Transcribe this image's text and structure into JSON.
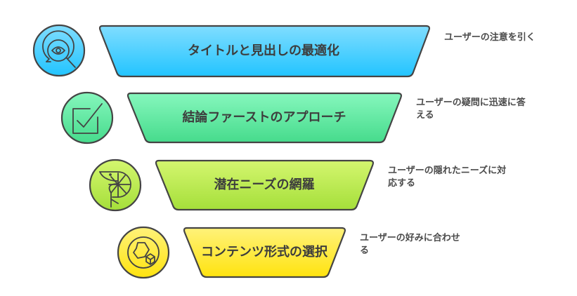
{
  "stages": [
    {
      "title": "タイトルと見出しの最適化",
      "description": "ユーザーの注意を引く",
      "icon": "eye-search-icon",
      "color_top": "#80ddff",
      "color_bottom": "#22c4ff"
    },
    {
      "title": "結論ファーストのアプローチ",
      "description": "ユーザーの疑問に迅速に答える",
      "icon": "checkbox-icon",
      "color_top": "#86f7bd",
      "color_bottom": "#46db8c"
    },
    {
      "title": "潜在ニーズの網羅",
      "description": "ユーザーの隠れたニーズに対応する",
      "icon": "shrimp-icon",
      "color_top": "#d4f66f",
      "color_bottom": "#a5df3a"
    },
    {
      "title": "コンテンツ形式の選択",
      "description": "ユーザーの好みに合わせる",
      "icon": "blocks-icon",
      "color_top": "#fff27a",
      "color_bottom": "#ffe30f"
    }
  ]
}
